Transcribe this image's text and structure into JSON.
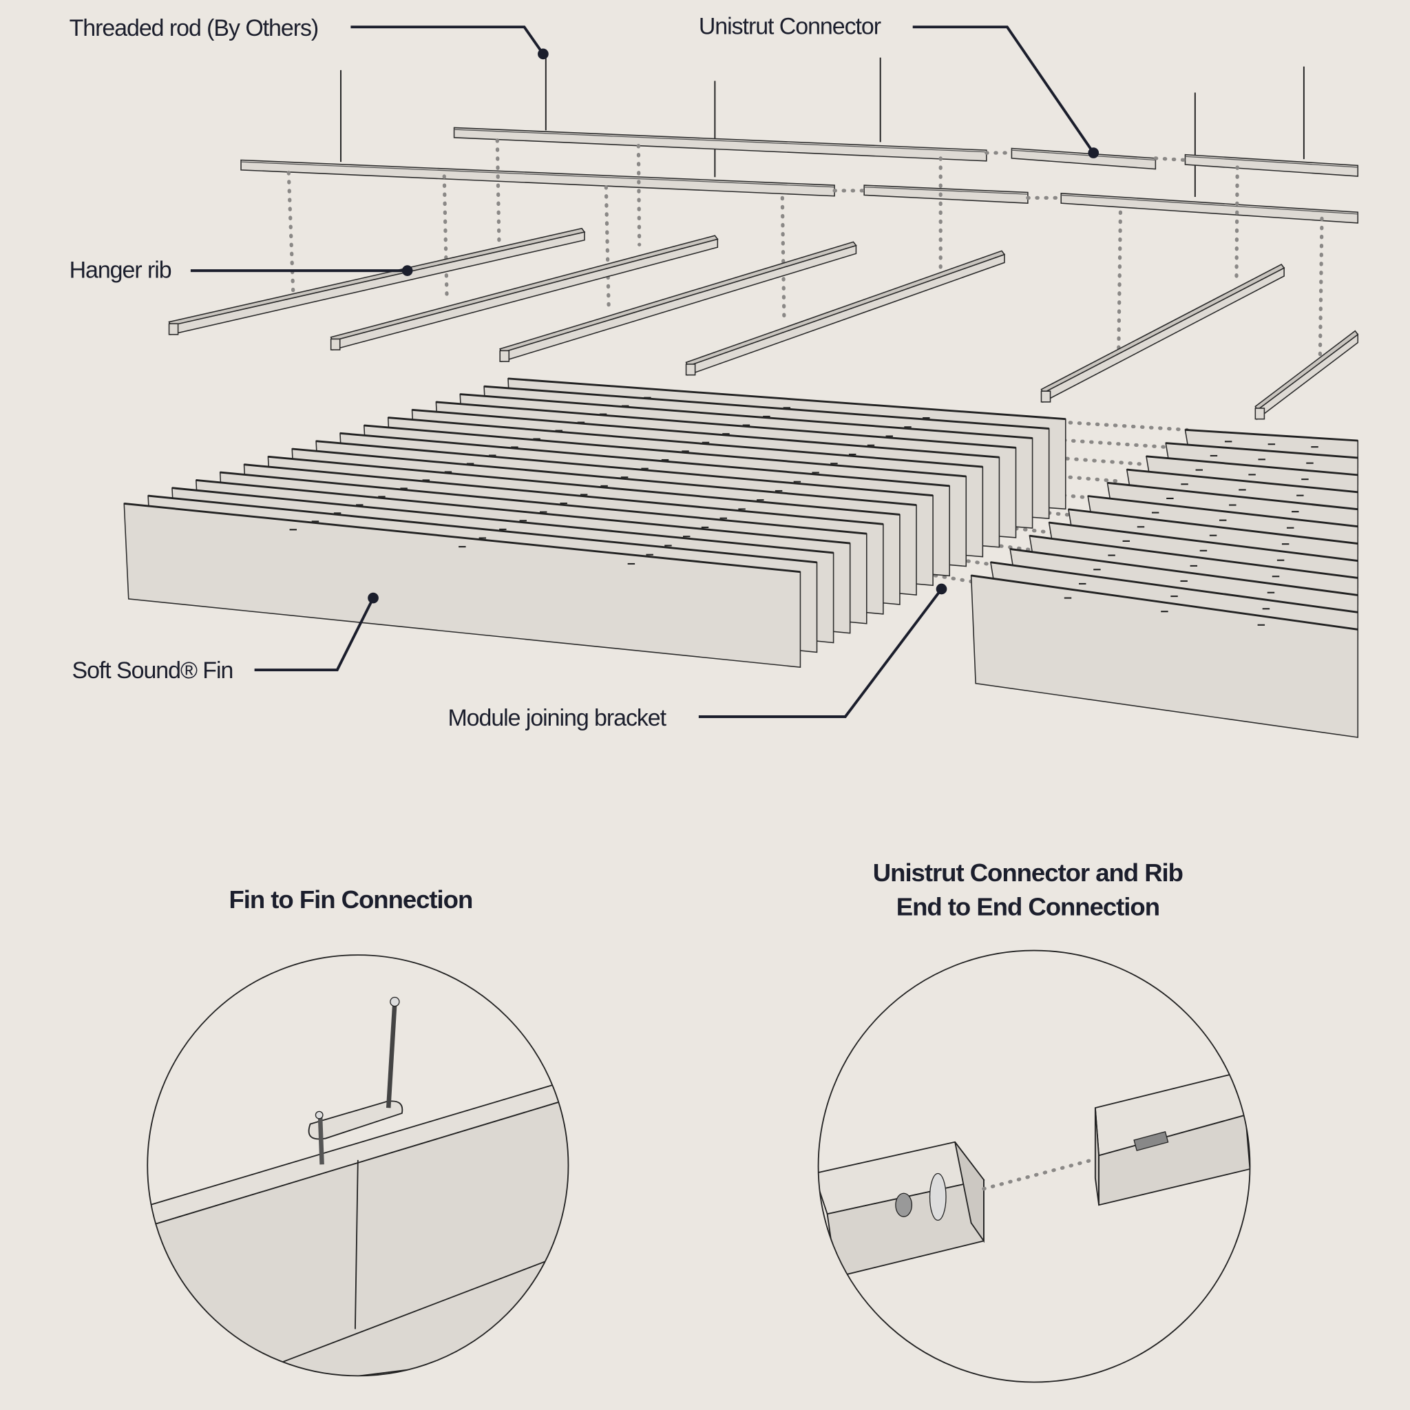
{
  "labels": {
    "threaded_rod": "Threaded rod (By Others)",
    "unistrut_connector": "Unistrut Connector",
    "hanger_rib": "Hanger rib",
    "soft_sound_fin": "Soft Sound® Fin",
    "module_joining_bracket": "Module joining bracket"
  },
  "details": {
    "fin_to_fin_title": "Fin to Fin Connection",
    "unistrut_title_line1": "Unistrut Connector and Rib",
    "unistrut_title_line2": "End to End Connection"
  }
}
